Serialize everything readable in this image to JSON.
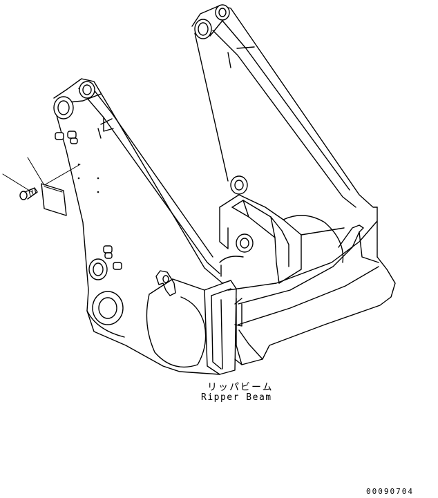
{
  "diagram": {
    "part_label_japanese": "リッパビーム",
    "part_label_english": "Ripper Beam",
    "drawing_number": "00090704"
  },
  "colors": {
    "line": "#000000",
    "background": "#ffffff"
  }
}
